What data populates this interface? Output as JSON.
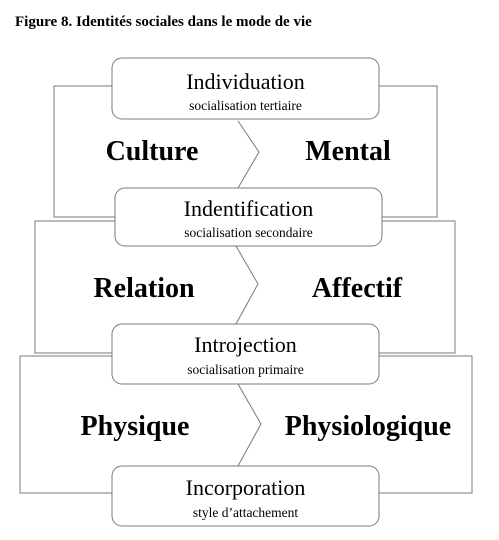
{
  "figure": {
    "title": "Figure 8. Identités sociales dans le mode de vie"
  },
  "boxes": [
    {
      "title": "Individuation",
      "subtitle": "socialisation tertiaire"
    },
    {
      "title": "Indentification",
      "subtitle": "socialisation secondaire"
    },
    {
      "title": "Introjection",
      "subtitle": "socialisation primaire"
    },
    {
      "title": "Incorporation",
      "subtitle": "style d’attachement"
    }
  ],
  "levels": [
    {
      "left": "Culture",
      "right": "Mental"
    },
    {
      "left": "Relation",
      "right": "Affectif"
    },
    {
      "left": "Physique",
      "right": "Physiologique"
    }
  ],
  "colors": {
    "line": "#7a7a7a",
    "text": "#000000"
  }
}
